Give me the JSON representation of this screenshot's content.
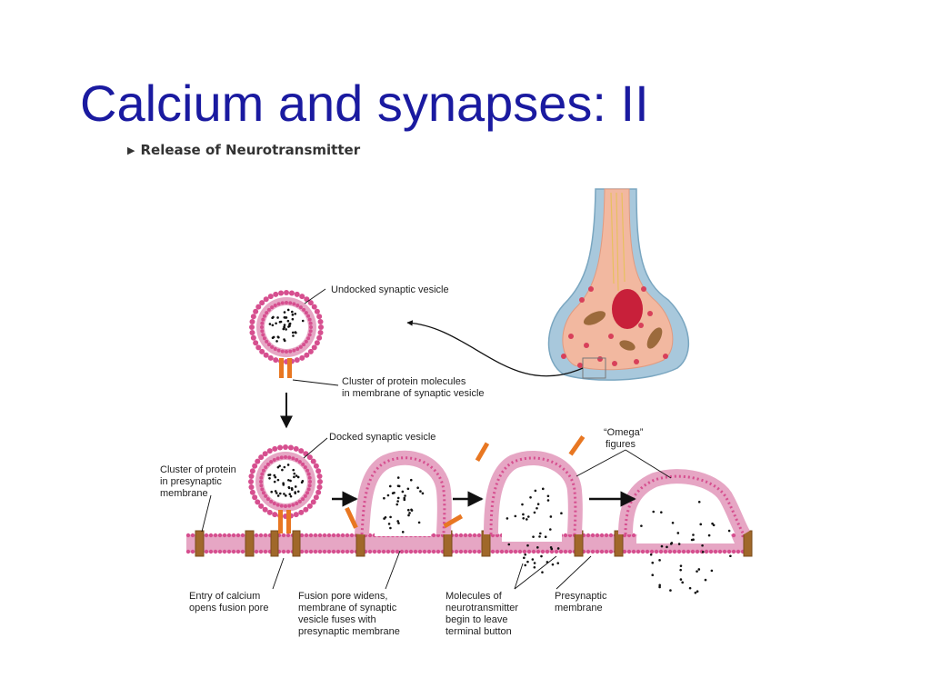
{
  "slide": {
    "title": "Calcium and synapses: II",
    "subtitle_marker": "▶",
    "subtitle": "Release of Neurotransmitter"
  },
  "labels": {
    "undocked": [
      "Undocked synaptic vesicle"
    ],
    "protein_cluster_vesicle": [
      "Cluster of protein molecules",
      "in membrane of synaptic vesicle"
    ],
    "docked": [
      "Docked synaptic vesicle"
    ],
    "omega": [
      "“Omega”",
      "figures"
    ],
    "protein_cluster_presynaptic": [
      "Cluster of protein",
      "in presynaptic",
      "membrane"
    ],
    "calcium_entry": [
      "Entry of calcium",
      "opens fusion pore"
    ],
    "fusion_pore": [
      "Fusion pore widens,",
      "membrane of synaptic",
      "vesicle fuses with",
      "presynaptic membrane"
    ],
    "molecules_leave": [
      "Molecules of",
      "neurotransmitter",
      "begin to leave",
      "terminal button"
    ],
    "presynaptic_membrane": [
      "Presynaptic",
      "membrane"
    ]
  },
  "colors": {
    "title": "#1a1aa0",
    "membrane": "#c8508a",
    "lipid_head": "#d64f8f",
    "protein": "#a0682a",
    "calcium_channel": "#e87722",
    "terminal_fill": "#f2b8a0",
    "axon_blue": "#a8c8dc"
  }
}
